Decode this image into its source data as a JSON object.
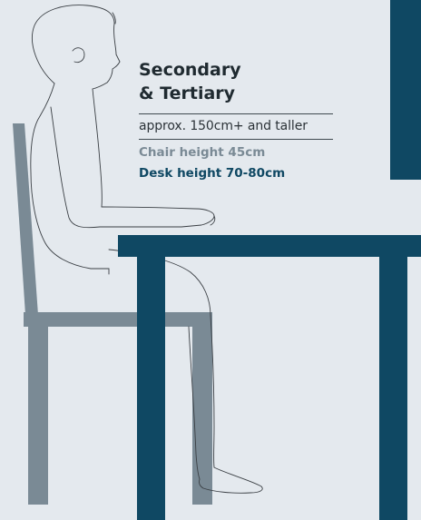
{
  "title_lines": [
    "Secondary",
    "& Tertiary"
  ],
  "size_note": "approx. 150cm+ and taller",
  "chair_height": "Chair height 45cm",
  "desk_height": "Desk height 70-80cm",
  "colors": {
    "background": "#e4e9ee",
    "desk": "#0f4863",
    "chair": "#7a8a95",
    "outline": "#3a3f44",
    "title": "#1f2a30"
  }
}
